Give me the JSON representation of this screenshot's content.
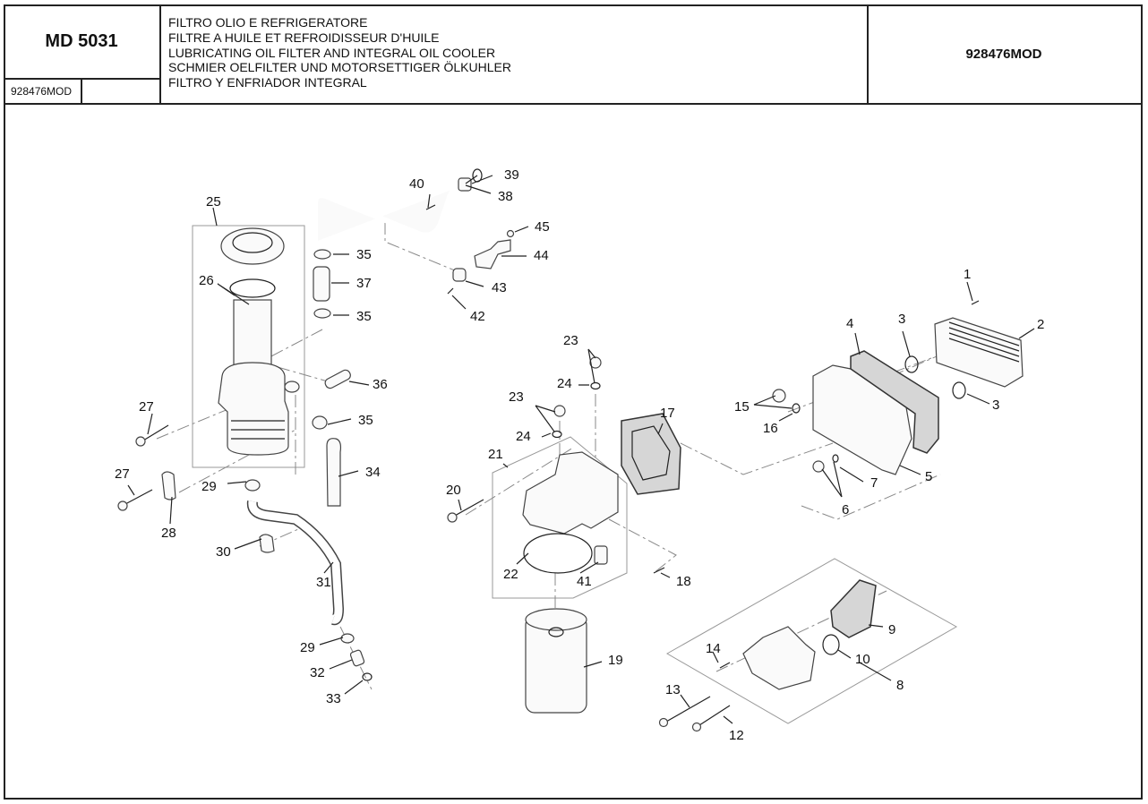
{
  "header": {
    "model_code": "MD 5031",
    "drawing_ref_left": "928476MOD",
    "drawing_ref_left_extra": "",
    "titles": [
      "FILTRO OLIO E REFRIGERATORE",
      "FILTRE A HUILE ET REFROIDISSEUR D'HUILE",
      "LUBRICATING OIL FILTER AND INTEGRAL OIL COOLER",
      "SCHMIER OELFILTER UND MOTORSETTIGER ÖLKUHLER",
      "FILTRO Y ENFRIADOR INTEGRAL"
    ],
    "drawing_ref_right": "928476MOD"
  },
  "callouts": [
    {
      "id": "1",
      "text": "1"
    },
    {
      "id": "2",
      "text": "2"
    },
    {
      "id": "3a",
      "text": "3"
    },
    {
      "id": "3b",
      "text": "3"
    },
    {
      "id": "4",
      "text": "4"
    },
    {
      "id": "5",
      "text": "5"
    },
    {
      "id": "6",
      "text": "6"
    },
    {
      "id": "7",
      "text": "7"
    },
    {
      "id": "8",
      "text": "8"
    },
    {
      "id": "9",
      "text": "9"
    },
    {
      "id": "10",
      "text": "10"
    },
    {
      "id": "12",
      "text": "12"
    },
    {
      "id": "13",
      "text": "13"
    },
    {
      "id": "14",
      "text": "14"
    },
    {
      "id": "15",
      "text": "15"
    },
    {
      "id": "16",
      "text": "16"
    },
    {
      "id": "17",
      "text": "17"
    },
    {
      "id": "18",
      "text": "18"
    },
    {
      "id": "19",
      "text": "19"
    },
    {
      "id": "20",
      "text": "20"
    },
    {
      "id": "21",
      "text": "21"
    },
    {
      "id": "22",
      "text": "22"
    },
    {
      "id": "23a",
      "text": "23"
    },
    {
      "id": "23b",
      "text": "23"
    },
    {
      "id": "24a",
      "text": "24"
    },
    {
      "id": "24b",
      "text": "24"
    },
    {
      "id": "25",
      "text": "25"
    },
    {
      "id": "26",
      "text": "26"
    },
    {
      "id": "27a",
      "text": "27"
    },
    {
      "id": "27b",
      "text": "27"
    },
    {
      "id": "28",
      "text": "28"
    },
    {
      "id": "29a",
      "text": "29"
    },
    {
      "id": "29b",
      "text": "29"
    },
    {
      "id": "30",
      "text": "30"
    },
    {
      "id": "31",
      "text": "31"
    },
    {
      "id": "32",
      "text": "32"
    },
    {
      "id": "33",
      "text": "33"
    },
    {
      "id": "34",
      "text": "34"
    },
    {
      "id": "35a",
      "text": "35"
    },
    {
      "id": "35b",
      "text": "35"
    },
    {
      "id": "35c",
      "text": "35"
    },
    {
      "id": "36",
      "text": "36"
    },
    {
      "id": "37",
      "text": "37"
    },
    {
      "id": "38",
      "text": "38"
    },
    {
      "id": "39",
      "text": "39"
    },
    {
      "id": "40",
      "text": "40"
    },
    {
      "id": "41",
      "text": "41"
    },
    {
      "id": "42",
      "text": "42"
    },
    {
      "id": "43",
      "text": "43"
    },
    {
      "id": "44",
      "text": "44"
    },
    {
      "id": "45",
      "text": "45"
    }
  ]
}
